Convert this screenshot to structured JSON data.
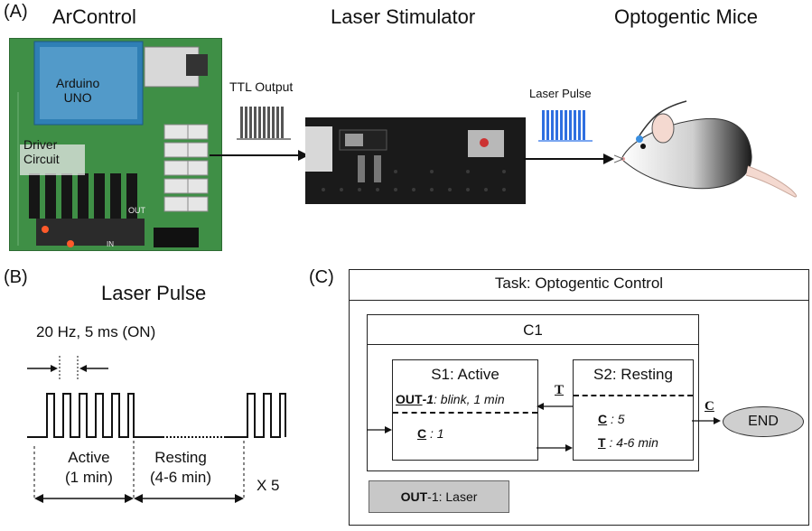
{
  "panel_a": {
    "label": "(A)",
    "title_arcontrol": "ArControl",
    "title_laser": "Laser Stimulator",
    "title_mice": "Optogentic Mice",
    "arduino_label_line1": "Arduino",
    "arduino_label_line2": "UNO",
    "driver_label_line1": "Driver",
    "driver_label_line2": "Circuit",
    "ttl_label": "TTL Output",
    "pulse_label": "Laser Pulse",
    "board_out_label": "OUT",
    "board_in_label": "IN",
    "colors": {
      "board_green": "#3f8f46",
      "pulse_blue": "#2f6fe0",
      "ttl_gray": "#555555"
    }
  },
  "panel_b": {
    "label": "(B)",
    "title": "Laser Pulse",
    "freq_label": "20 Hz, 5 ms (ON)",
    "active_label_line1": "Active",
    "active_label_line2": "(1 min)",
    "resting_label_line1": "Resting",
    "resting_label_line2": "(4-6 min)",
    "repeat_label": "X 5"
  },
  "panel_c": {
    "label": "(C)",
    "task_title": "Task: Optogentic Control",
    "component_title": "C1",
    "s1_title": "S1: Active",
    "s1_out_bold": "OUT",
    "s1_out_num": "-1",
    "s1_out_rest": ": blink, 1 min",
    "s1_cond_bold": "C",
    "s1_cond_rest": " : 1",
    "s2_title": "S2: Resting",
    "s2_cond_bold": "C",
    "s2_cond_rest": " : 5",
    "s2_time_bold": "T",
    "s2_time_rest": " : 4-6 min",
    "t_transition": "T",
    "c_transition": "C",
    "end_label": "END",
    "out_legend_bold": "OUT",
    "out_legend_rest": "-1: Laser"
  }
}
